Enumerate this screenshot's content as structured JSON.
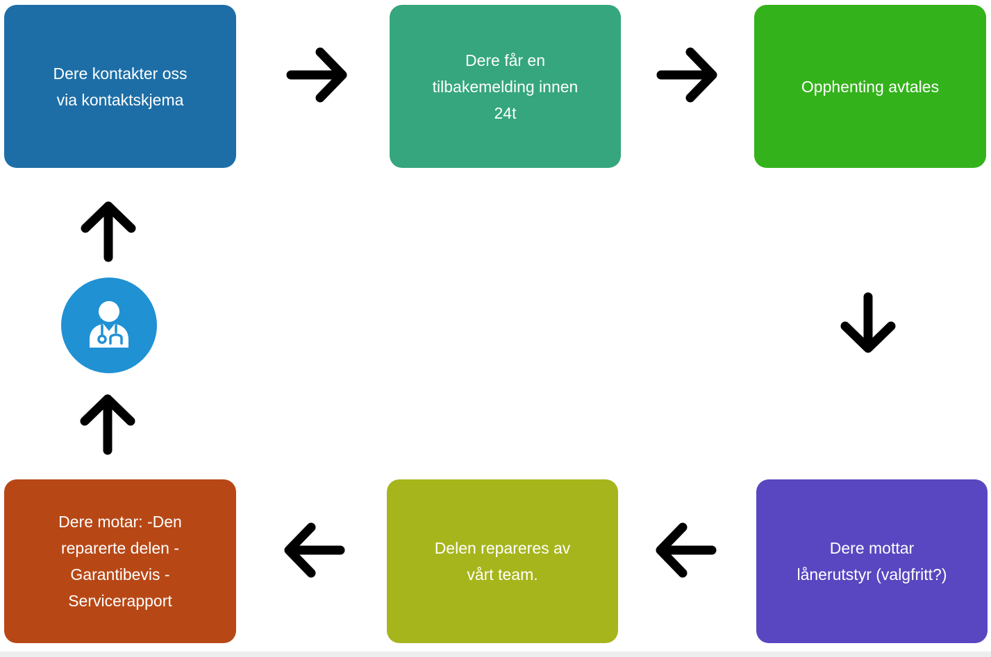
{
  "steps": [
    {
      "text": "Dere kontakter oss\nvia kontaktskjema",
      "color": "#1d6ea6"
    },
    {
      "text": "Dere får en\ntilbakemelding innen\n24t",
      "color": "#35a67d"
    },
    {
      "text": "Opphenting avtales",
      "color": "#34b21c"
    },
    {
      "text": "Dere mottar\nlånerutstyr (valgfritt?)",
      "color": "#5847c0"
    },
    {
      "text": "Delen repareres av\nvårt team.",
      "color": "#a6b51b"
    },
    {
      "text": "Dere motar: -Den\nreparerte delen -\nGarantibevis -\nServicerapport",
      "color": "#b74816"
    }
  ],
  "center_icon": {
    "name": "doctor-icon",
    "circle_color": "#2091d3"
  },
  "arrow_color": "#000000"
}
